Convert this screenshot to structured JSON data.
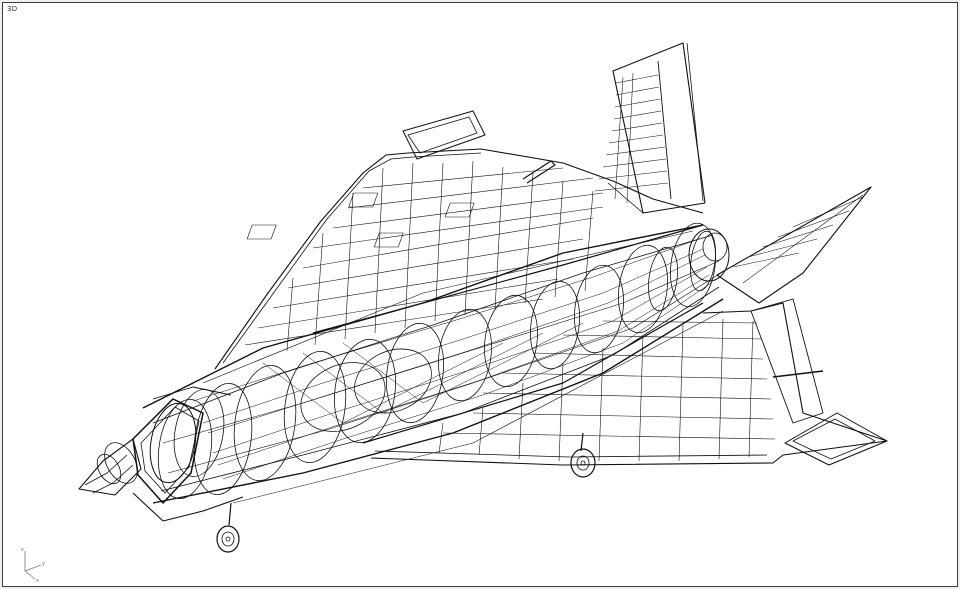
{
  "viewport": {
    "label": "3D",
    "background": "#ffffff",
    "wire_color": "#111111"
  },
  "model": {
    "icon": "wireframe-spaceplane"
  },
  "axis_triad": {
    "icon": "axis-triad-icon",
    "x_label": "x",
    "y_label": "y",
    "z_label": "z"
  }
}
